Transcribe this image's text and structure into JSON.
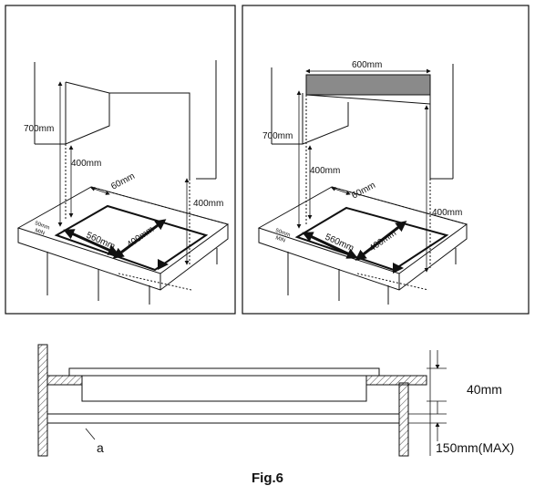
{
  "left_panel": {
    "dim_700": "700mm",
    "dim_400_vert": "400mm",
    "dim_60": "60mm",
    "dim_400_right": "400mm",
    "dim_560": "560mm",
    "dim_400_depth": "400mm",
    "dim_50_min_a": "50mm",
    "dim_50_min_b": "MIN"
  },
  "right_panel": {
    "dim_600": "600mm",
    "dim_700": "700mm",
    "dim_400_vert": "400mm",
    "dim_60": "60mm",
    "dim_400_right": "400mm",
    "dim_560": "560mm",
    "dim_400_depth": "400mm",
    "dim_50_min_a": "50mm",
    "dim_50_min_b": "MIN"
  },
  "section": {
    "dim_40": "40mm",
    "dim_150": "150mm(MAX)",
    "label_a": "a"
  },
  "figure_caption": "Fig.6",
  "colors": {
    "line": "#111111",
    "hood": "#8a8a8a",
    "hatch": "#555555"
  }
}
